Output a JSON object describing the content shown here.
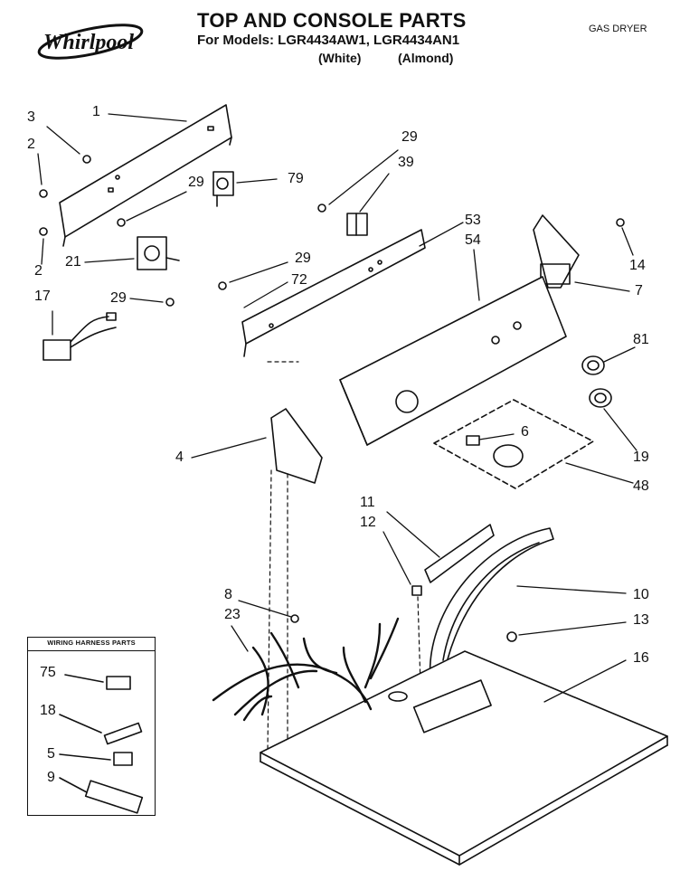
{
  "brand": "Whirlpool",
  "header": {
    "title": "TOP AND CONSOLE PARTS",
    "models": "For Models: LGR4434AW1, LGR4434AN1",
    "color_white": "(White)",
    "color_almond": "(Almond)",
    "doc_type": "GAS DRYER"
  },
  "inset": {
    "title": "WIRING HARNESS PARTS"
  },
  "callouts": {
    "c1": "1",
    "c2a": "2",
    "c2b": "2",
    "c3": "3",
    "c4": "4",
    "c5": "5",
    "c6": "6",
    "c7": "7",
    "c8": "8",
    "c9": "9",
    "c10": "10",
    "c11": "11",
    "c12": "12",
    "c13": "13",
    "c14": "14",
    "c16": "16",
    "c17": "17",
    "c18": "18",
    "c19": "19",
    "c21": "21",
    "c23": "23",
    "c29a": "29",
    "c29b": "29",
    "c29c": "29",
    "c29d": "29",
    "c39": "39",
    "c48": "48",
    "c53": "53",
    "c54": "54",
    "c72": "72",
    "c75": "75",
    "c79": "79",
    "c81": "81"
  }
}
